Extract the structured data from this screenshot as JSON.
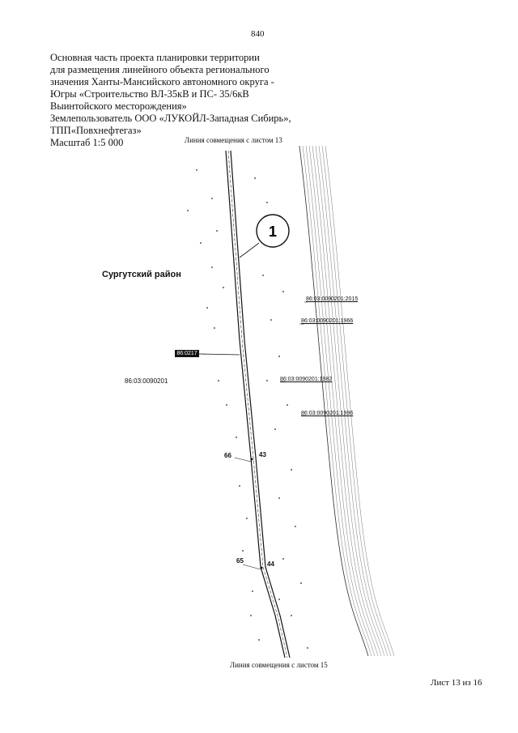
{
  "page_number": "840",
  "header_lines": [
    "Основная часть проекта планировки территории",
    "для размещения линейного объекта регионального",
    "значения Ханты-Мансийского автономного округа -",
    "Югры «Строительство ВЛ-35кВ и ПС- 35/6кВ",
    "Выинтойского месторождения»",
    "Землепользователь ООО «ЛУКОЙЛ-Западная Сибирь»,",
    "ТПП«Повхнефтегаз»",
    "Масштаб 1:5 000"
  ],
  "join_line_top": "Линия совмещения с листом 13",
  "join_line_bottom": "Линия совмещения с листом 15",
  "district_label": "Сургутский район",
  "callout_number": "1",
  "black_label": "86:0217",
  "cadastral_block": "86:03:0090201",
  "cadastral_parcels": [
    "86:03:0090201:2015",
    "86:03:0090201:1966",
    "86:03:0090201:1982",
    "86:03:0090201:1996"
  ],
  "point_labels": {
    "p66": "66",
    "p43": "43",
    "p65": "65",
    "p44": "44"
  },
  "sheet_label": "Лист 13 из 16",
  "colors": {
    "ink": "#111111",
    "hatch": "#777777"
  }
}
